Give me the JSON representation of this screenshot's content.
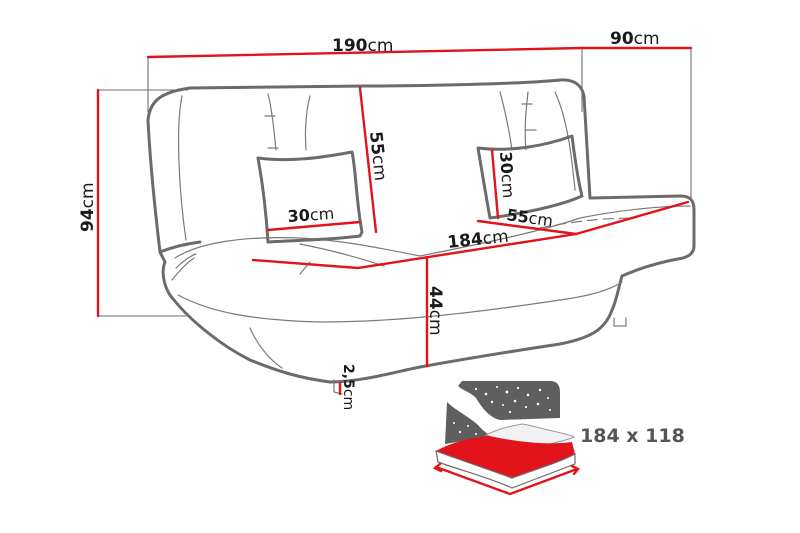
{
  "diagram": {
    "subject": "Sofa bed dimension drawing",
    "colors": {
      "outline": "#6b6b6b",
      "dimension_line": "#e3131b",
      "text": "#1a1a1a",
      "sleep_icon_dark": "#5f5f5f",
      "sleep_icon_red": "#e3131b"
    },
    "dimensions": {
      "width": {
        "value": "190",
        "unit": "cm"
      },
      "depth": {
        "value": "90",
        "unit": "cm"
      },
      "height": {
        "value": "94",
        "unit": "cm"
      },
      "backrest_height": {
        "value": "55",
        "unit": "cm"
      },
      "pillow_left_width": {
        "value": "30",
        "unit": "cm"
      },
      "pillow_right_height": {
        "value": "30",
        "unit": "cm"
      },
      "seat_depth": {
        "value": "55",
        "unit": "cm"
      },
      "seat_width": {
        "value": "184",
        "unit": "cm"
      },
      "seat_height": {
        "value": "44",
        "unit": "cm"
      },
      "leg_height": {
        "value": "2,5",
        "unit": "cm"
      }
    },
    "sleeping_area": {
      "icon": "bed-icon",
      "label": "184 x 118"
    }
  }
}
